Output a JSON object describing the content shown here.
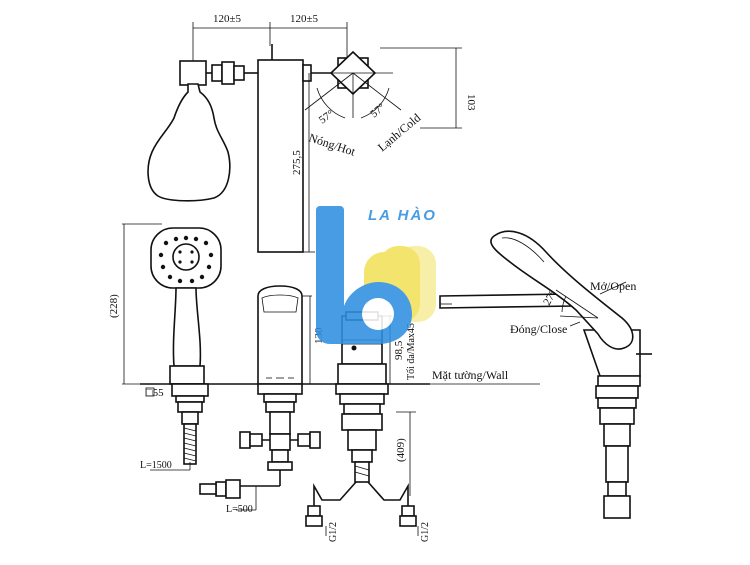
{
  "logo": {
    "text": "LA HÀO",
    "colors": {
      "blue": "#2f8fe0",
      "yellow": "#f2e15a",
      "yellow_light": "#f7ec9c"
    }
  },
  "dimensions": {
    "width_left": "120±5",
    "width_right": "120±5",
    "height_top": "103",
    "height_spout": "275,5",
    "angle_hot": "57°",
    "angle_cold": "57°",
    "handshower_length": "(228)",
    "square": "□55",
    "body_height": "130",
    "valve_height": "98,5",
    "max_thickness": "Tối đa/Max45",
    "hose_length": "L=1500",
    "pipe_length": "L=500",
    "under_length": "(409)",
    "thread_left": "G1/2",
    "thread_right": "G1/2",
    "lever_angle": "27°"
  },
  "labels": {
    "hot": "Nóng/Hot",
    "cold": "Lạnh/Cold",
    "open": "Mở/Open",
    "close": "Đóng/Close",
    "wall": "Mặt tường/Wall"
  }
}
